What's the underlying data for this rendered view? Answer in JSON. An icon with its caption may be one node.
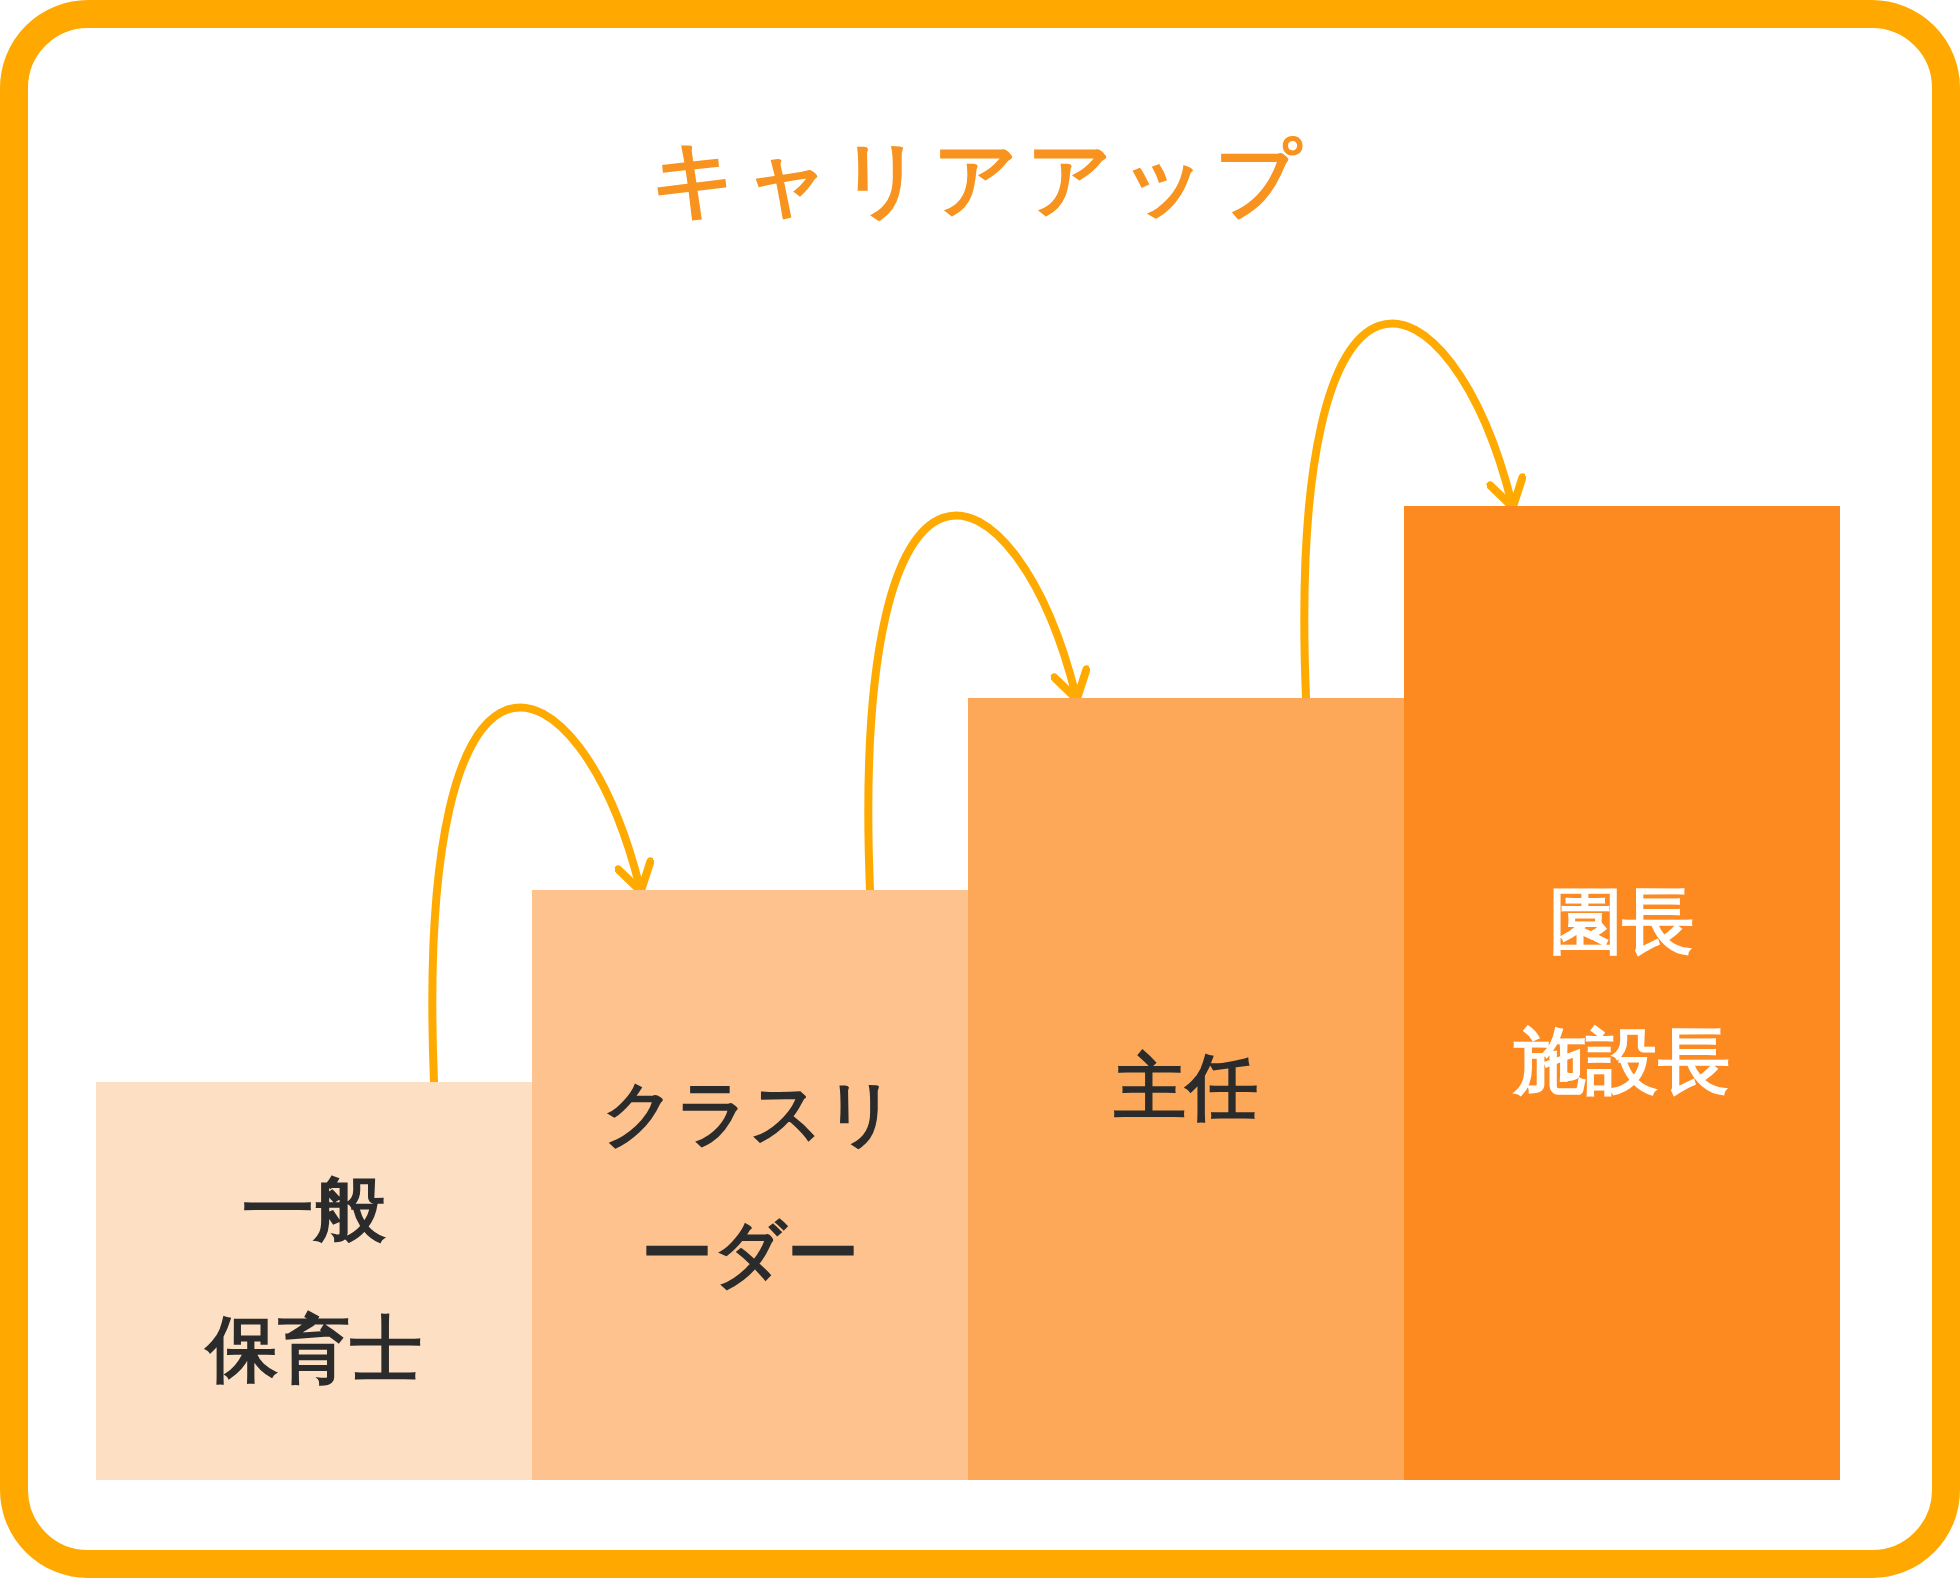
{
  "diagram": {
    "title": "キャリアアップ",
    "nodes": [
      {
        "text": [
          "一般保育士"
        ]
      },
      {
        "text": [
          "クラスリーダー"
        ]
      },
      {
        "text": [
          "主任"
        ]
      },
      {
        "text": [
          "園長",
          "施設長"
        ]
      }
    ],
    "edges": [
      {
        "from": 0,
        "to": 1,
        "arrow": "to"
      },
      {
        "from": 1,
        "to": 2,
        "arrow": "to"
      },
      {
        "from": 2,
        "to": 3,
        "arrow": "to"
      }
    ]
  }
}
